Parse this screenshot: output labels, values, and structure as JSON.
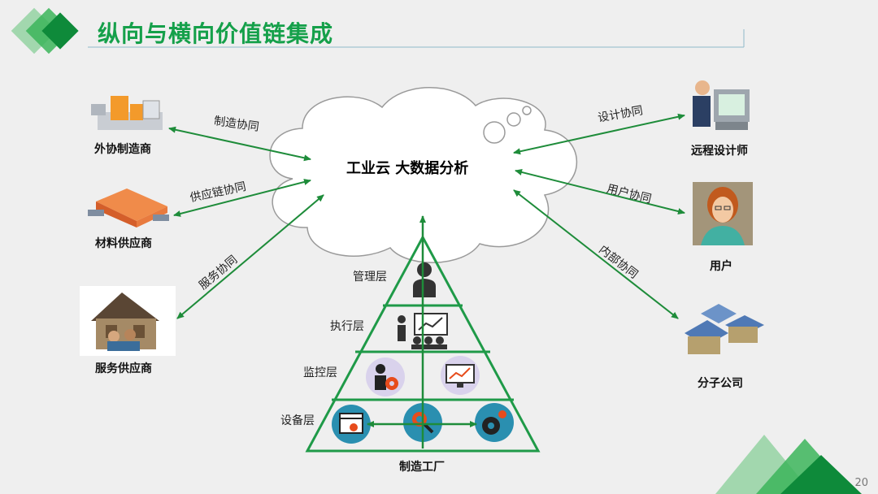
{
  "slide": {
    "title": "纵向与横向价值链集成",
    "page_number": "20"
  },
  "center": {
    "label": "工业云  大数据分析"
  },
  "nodes": {
    "outsourced_manufacturer": "外协制造商",
    "material_supplier": "材料供应商",
    "service_provider": "服务供应商",
    "remote_designer": "远程设计师",
    "user": "用户",
    "subsidiary": "分子公司",
    "factory": "制造工厂"
  },
  "edges": {
    "manufacturing_collab": "制造协同",
    "supply_chain_collab": "供应链协同",
    "service_collab": "服务协同",
    "design_collab": "设计协同",
    "user_collab": "用户协同",
    "internal_collab": "内部协同"
  },
  "layers": {
    "management": "管理层",
    "execution": "执行层",
    "monitoring": "监控层",
    "device": "设备层"
  },
  "colors": {
    "accent_green": "#15a04a",
    "arrow_green": "#1e8c3a",
    "pyramid_green": "#1f9a48",
    "icon_teal": "#2a8fb0"
  }
}
